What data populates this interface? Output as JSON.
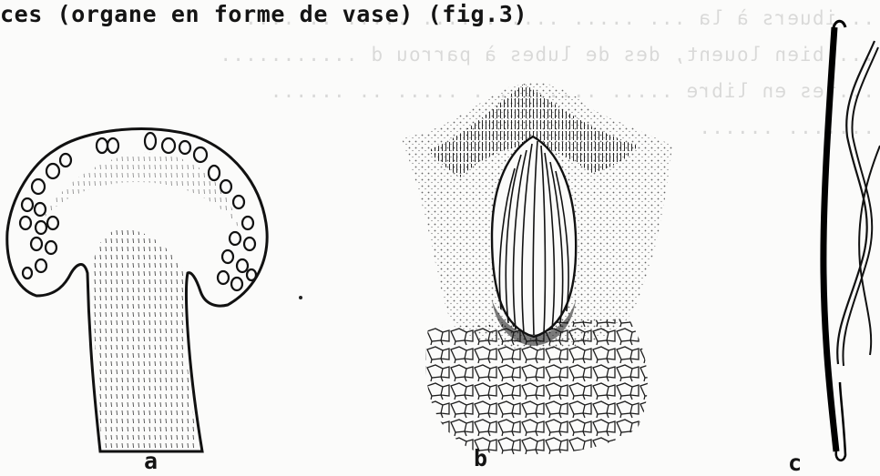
{
  "document": {
    "caption_line": "ces (organe en forme de vase) (fig.3)",
    "bleed_through": [
      "...ibuers à la ... ..... .... ...... ..... .. ....",
      "... bien louent, des de lubes à parrou d ...........",
      "...tes en libre ..... ........ . ..... .. ......",
      "....... ......"
    ],
    "figure_labels": {
      "a": "a",
      "b": "b",
      "c": "c"
    }
  },
  "figures": [
    {
      "id": "a",
      "subject": "vase-shaped organ in section with spores around the rim"
    },
    {
      "id": "b",
      "subject": "flask-shaped organ with bundle of filaments"
    },
    {
      "id": "c",
      "subject": "long slender filaments"
    }
  ]
}
